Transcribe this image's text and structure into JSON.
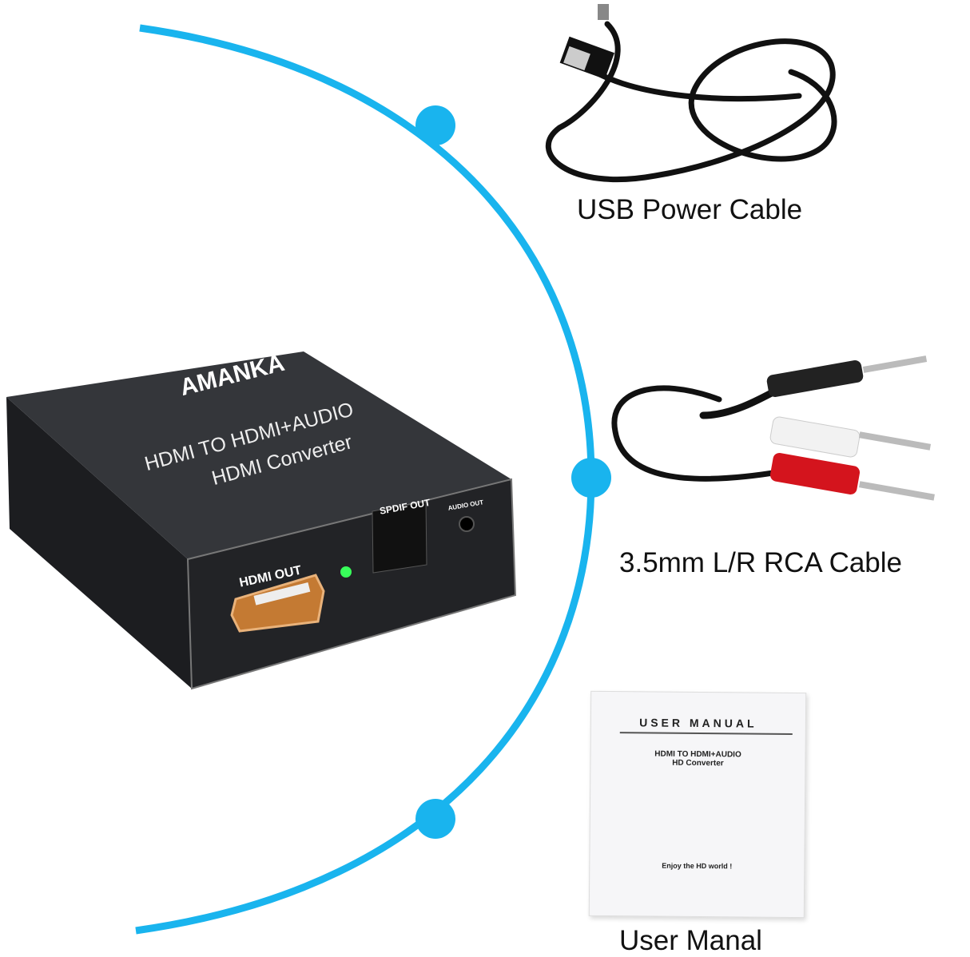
{
  "captions": {
    "usb": "USB Power Cable",
    "rca": "3.5mm L/R RCA Cable",
    "manual": "User Manal"
  },
  "device": {
    "brand": "AMANKA",
    "line1": "HDMI TO HDMI+AUDIO",
    "line2": "HDMI Converter",
    "port_hdmi": "HDMI OUT",
    "port_spdif": "SPDIF OUT",
    "port_audio": "AUDIO OUT"
  },
  "manual": {
    "title": "USER MANUAL",
    "subtitle1": "HDMI TO HDMI+AUDIO",
    "subtitle2": "HD Converter",
    "footer": "Enjoy the HD world !"
  },
  "colors": {
    "accent": "#19b4ee",
    "device": "#2a2b2e",
    "led": "#38ff5a"
  }
}
